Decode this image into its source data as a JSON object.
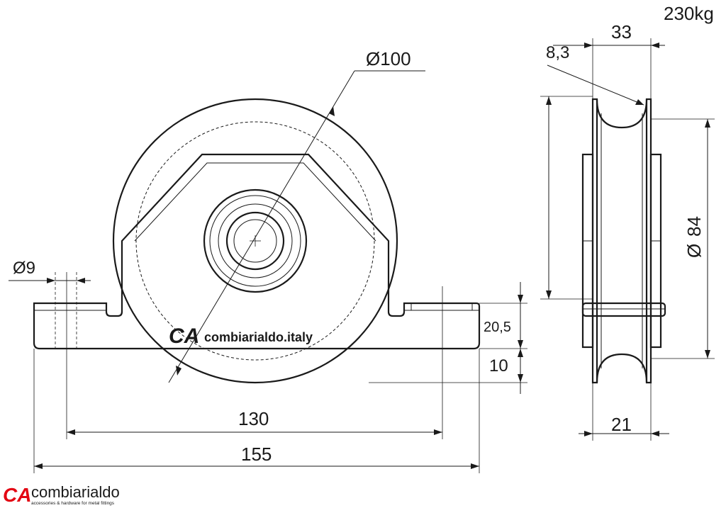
{
  "load_rating": "230kg",
  "dimensions": {
    "wheel_diameter": "Ø100",
    "hole_diameter": "Ø9",
    "groove_radius": "8,3",
    "wheel_width_total": "33",
    "groove_diameter": "84",
    "groove_diameter_symbol": "Ø",
    "hub_width": "21",
    "plate_height": "20,5",
    "wheel_below_plate": "10",
    "hole_spacing": "130",
    "plate_length": "155"
  },
  "watermark_text": "combiarialdo.italy",
  "watermark_mark": "CA",
  "footer_logo": {
    "mark": "CA",
    "name": "combiarialdo",
    "tagline": "accessories & hardware for metal fittings",
    "mark_color": "#e30613"
  }
}
